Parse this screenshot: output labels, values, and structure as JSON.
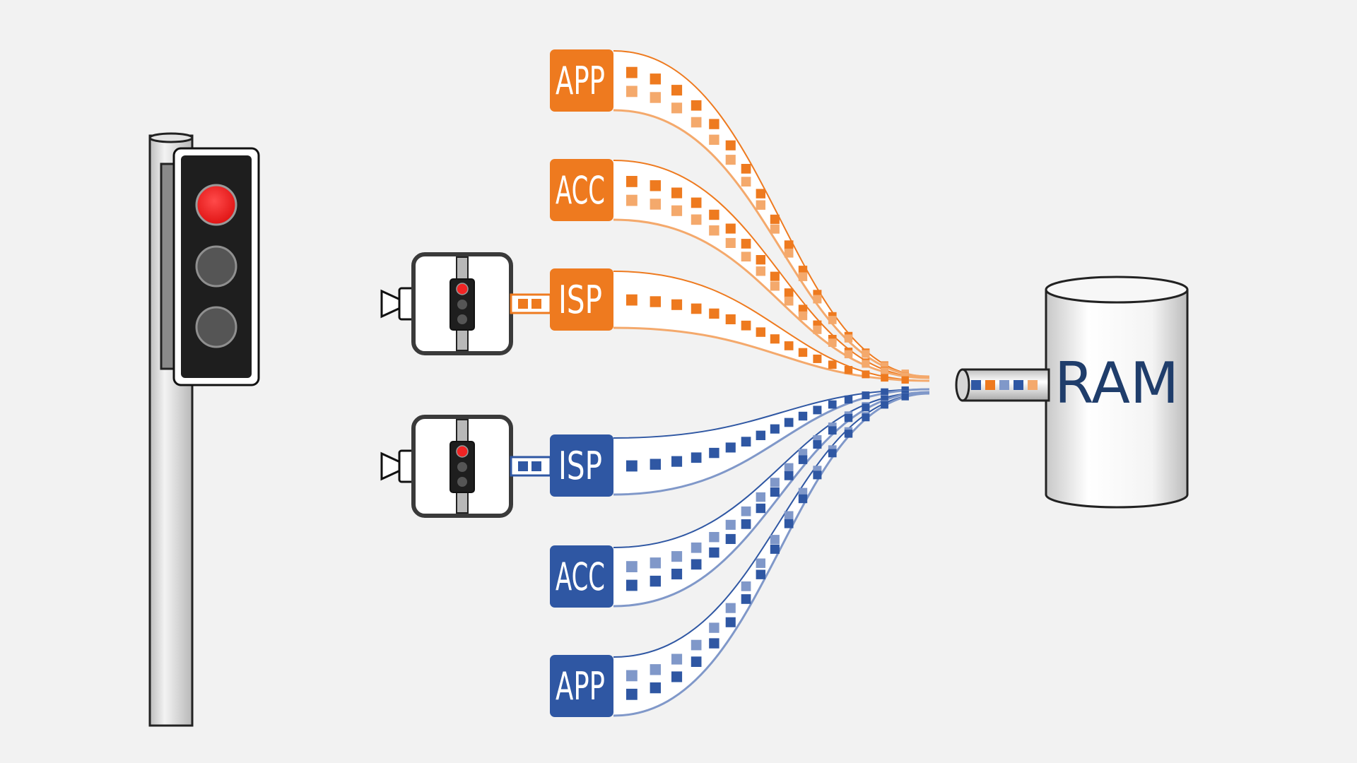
{
  "colors": {
    "background": "#f2f2f2",
    "orange": "#ee7a1f",
    "orange_light": "#f4a96c",
    "blue": "#2f57a3",
    "blue_light": "#8098c9",
    "ram_label": "#1f3d6b",
    "signal_red": "#f02424"
  },
  "traffic_light": {
    "lit": "red"
  },
  "orange_group": {
    "blocks": [
      {
        "label": "APP"
      },
      {
        "label": "ACC"
      },
      {
        "label": "ISP"
      }
    ]
  },
  "blue_group": {
    "blocks": [
      {
        "label": "ISP"
      },
      {
        "label": "ACC"
      },
      {
        "label": "APP"
      }
    ]
  },
  "camera_feeds": [
    {
      "icon": "camera-icon",
      "subject": "traffic-light-icon"
    },
    {
      "icon": "camera-icon",
      "subject": "traffic-light-icon"
    }
  ],
  "ram": {
    "label": "RAM"
  },
  "bus_queue": [
    "blue",
    "orange",
    "blue_light",
    "blue",
    "orange_light"
  ]
}
